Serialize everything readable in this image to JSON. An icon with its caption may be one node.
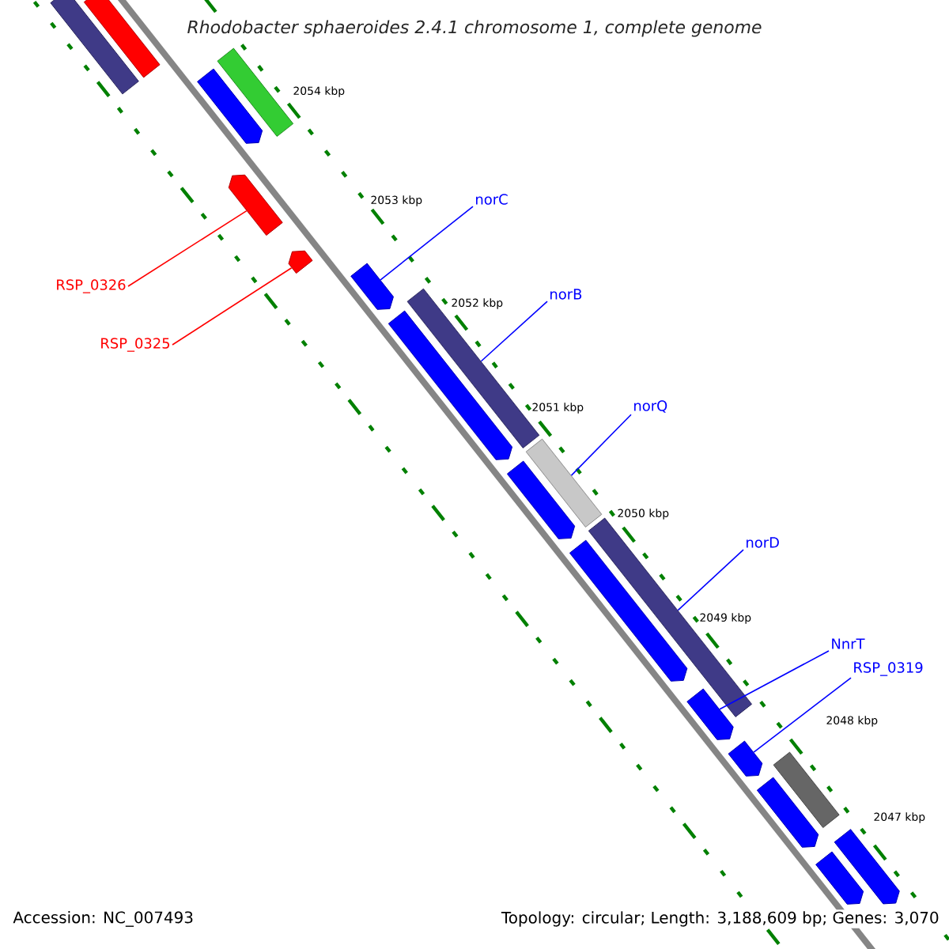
{
  "diagram": {
    "title": "Rhodobacter sphaeroides 2.4.1 chromosome 1, complete genome",
    "nodes": [
      {
        "text": [
          "norC"
        ]
      },
      {
        "text": [
          "RSP_0326"
        ]
      },
      {
        "text": [
          "norB"
        ]
      },
      {
        "text": [
          "RSP_0325"
        ]
      },
      {
        "text": [
          "norQ"
        ]
      },
      {
        "text": [
          "norD"
        ]
      },
      {
        "text": [
          "NnrT"
        ]
      },
      {
        "text": [
          "RSP_0319"
        ]
      },
      {
        "text": [],
        "shape": "bar"
      },
      {
        "text": [],
        "shape": "bar"
      },
      {
        "text": [],
        "shape": "arrow"
      },
      {
        "text": [],
        "shape": "bar"
      },
      {
        "text": [],
        "shape": "arrow"
      },
      {
        "text": [],
        "shape": "arrow"
      },
      {
        "text": [],
        "shape": "arrow"
      },
      {
        "text": [],
        "shape": "bar"
      },
      {
        "text": [],
        "shape": "arrow"
      },
      {
        "text": [],
        "shape": "bar"
      },
      {
        "text": [],
        "shape": "arrow"
      },
      {
        "text": [],
        "shape": "bar"
      },
      {
        "text": [],
        "shape": "arrow"
      },
      {
        "text": [],
        "shape": "arrow"
      },
      {
        "text": [],
        "shape": "arrow"
      },
      {
        "text": [],
        "shape": "bar"
      },
      {
        "text": [],
        "shape": "arrow"
      },
      {
        "text": [],
        "shape": "arrow"
      },
      {
        "text": [],
        "shape": "arrow"
      }
    ],
    "edges": [
      {
        "from": 0,
        "to": 14,
        "arrow": "none"
      },
      {
        "from": 1,
        "to": 12,
        "arrow": "none",
        "color": "#ff0000"
      },
      {
        "from": 2,
        "to": 15,
        "arrow": "none"
      },
      {
        "from": 3,
        "to": 13,
        "arrow": "none",
        "color": "#ff0000"
      },
      {
        "from": 4,
        "to": 17,
        "arrow": "none"
      },
      {
        "from": 5,
        "to": 19,
        "arrow": "none"
      },
      {
        "from": 6,
        "to": 21,
        "arrow": "none"
      },
      {
        "from": 7,
        "to": 22,
        "arrow": "none"
      }
    ],
    "labels": [
      "2054 kbp",
      "2053 kbp",
      "2052 kbp",
      "2051 kbp",
      "2050 kbp",
      "2049 kbp",
      "2048 kbp",
      "2047 kbp",
      "Accession: NC_007493",
      "Topology: circular; Length: 3,188,609 bp; Genes: 3,070"
    ]
  }
}
